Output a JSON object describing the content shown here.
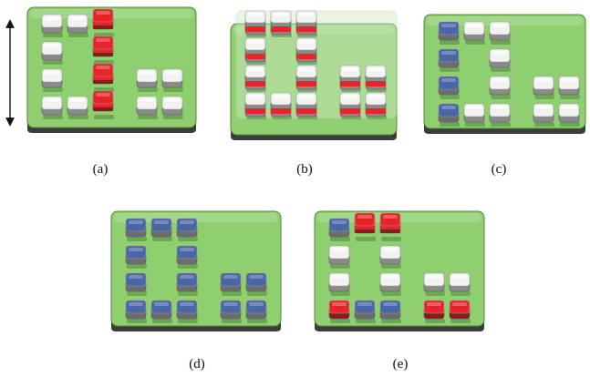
{
  "colors": {
    "board_fill": "#8fcf6f",
    "board_stroke": "#4f8a37",
    "board_edge": "#3c3c3c",
    "key_top": "#f2f2f2",
    "key_body": "#8a8a8a",
    "red": "#e8242b",
    "blue": "#4a66a6"
  },
  "panels": [
    {
      "caption": "(a)",
      "double_arrow": true,
      "ghost_board": false,
      "keys": [
        {
          "col": 0,
          "row": 0,
          "state": "white"
        },
        {
          "col": 1,
          "row": 0,
          "state": "white"
        },
        {
          "col": 2,
          "row": 0,
          "state": "red-raised"
        },
        {
          "col": 0,
          "row": 1,
          "state": "white"
        },
        {
          "col": 2,
          "row": 1,
          "state": "red-raised"
        },
        {
          "col": 0,
          "row": 2,
          "state": "white"
        },
        {
          "col": 2,
          "row": 2,
          "state": "red-raised"
        },
        {
          "col": 0,
          "row": 3,
          "state": "white"
        },
        {
          "col": 1,
          "row": 3,
          "state": "white"
        },
        {
          "col": 2,
          "row": 3,
          "state": "red-raised"
        },
        {
          "col": 4,
          "row": 2,
          "state": "white"
        },
        {
          "col": 5,
          "row": 2,
          "state": "white"
        },
        {
          "col": 4,
          "row": 3,
          "state": "white"
        },
        {
          "col": 5,
          "row": 3,
          "state": "white"
        }
      ]
    },
    {
      "caption": "(b)",
      "double_arrow": false,
      "ghost_board": true,
      "keys": [
        {
          "col": 0,
          "row": 0,
          "state": "red-band"
        },
        {
          "col": 1,
          "row": 0,
          "state": "red-band"
        },
        {
          "col": 2,
          "row": 0,
          "state": "red-band"
        },
        {
          "col": 0,
          "row": 1,
          "state": "red-band"
        },
        {
          "col": 2,
          "row": 1,
          "state": "red-band"
        },
        {
          "col": 0,
          "row": 2,
          "state": "red-band"
        },
        {
          "col": 2,
          "row": 2,
          "state": "red-band"
        },
        {
          "col": 0,
          "row": 3,
          "state": "red-band"
        },
        {
          "col": 1,
          "row": 3,
          "state": "red-band"
        },
        {
          "col": 2,
          "row": 3,
          "state": "red-band"
        },
        {
          "col": 4,
          "row": 2,
          "state": "red-band"
        },
        {
          "col": 5,
          "row": 2,
          "state": "red-band"
        },
        {
          "col": 4,
          "row": 3,
          "state": "red-band"
        },
        {
          "col": 5,
          "row": 3,
          "state": "red-band"
        }
      ]
    },
    {
      "caption": "(c)",
      "double_arrow": false,
      "ghost_board": false,
      "keys": [
        {
          "col": 0,
          "row": 0,
          "state": "blue"
        },
        {
          "col": 1,
          "row": 0,
          "state": "white"
        },
        {
          "col": 2,
          "row": 0,
          "state": "white"
        },
        {
          "col": 0,
          "row": 1,
          "state": "blue"
        },
        {
          "col": 2,
          "row": 1,
          "state": "white"
        },
        {
          "col": 0,
          "row": 2,
          "state": "blue"
        },
        {
          "col": 2,
          "row": 2,
          "state": "white"
        },
        {
          "col": 0,
          "row": 3,
          "state": "blue"
        },
        {
          "col": 1,
          "row": 3,
          "state": "white"
        },
        {
          "col": 2,
          "row": 3,
          "state": "white"
        },
        {
          "col": 4,
          "row": 2,
          "state": "white"
        },
        {
          "col": 5,
          "row": 2,
          "state": "white"
        },
        {
          "col": 4,
          "row": 3,
          "state": "white"
        },
        {
          "col": 5,
          "row": 3,
          "state": "white"
        }
      ]
    },
    {
      "caption": "(d)",
      "double_arrow": false,
      "ghost_board": false,
      "keys": [
        {
          "col": 0,
          "row": 0,
          "state": "blue"
        },
        {
          "col": 1,
          "row": 0,
          "state": "blue"
        },
        {
          "col": 2,
          "row": 0,
          "state": "blue"
        },
        {
          "col": 0,
          "row": 1,
          "state": "blue"
        },
        {
          "col": 2,
          "row": 1,
          "state": "blue"
        },
        {
          "col": 0,
          "row": 2,
          "state": "blue"
        },
        {
          "col": 2,
          "row": 2,
          "state": "blue"
        },
        {
          "col": 0,
          "row": 3,
          "state": "blue"
        },
        {
          "col": 1,
          "row": 3,
          "state": "blue"
        },
        {
          "col": 2,
          "row": 3,
          "state": "blue"
        },
        {
          "col": 4,
          "row": 2,
          "state": "blue"
        },
        {
          "col": 5,
          "row": 2,
          "state": "blue"
        },
        {
          "col": 4,
          "row": 3,
          "state": "blue"
        },
        {
          "col": 5,
          "row": 3,
          "state": "blue"
        }
      ]
    },
    {
      "caption": "(e)",
      "double_arrow": false,
      "ghost_board": false,
      "keys": [
        {
          "col": 0,
          "row": 0,
          "state": "blue"
        },
        {
          "col": 1,
          "row": 0,
          "state": "red-raised"
        },
        {
          "col": 2,
          "row": 0,
          "state": "red-raised"
        },
        {
          "col": 0,
          "row": 1,
          "state": "white"
        },
        {
          "col": 2,
          "row": 1,
          "state": "white"
        },
        {
          "col": 0,
          "row": 2,
          "state": "white"
        },
        {
          "col": 2,
          "row": 2,
          "state": "white"
        },
        {
          "col": 0,
          "row": 3,
          "state": "red"
        },
        {
          "col": 1,
          "row": 3,
          "state": "blue"
        },
        {
          "col": 2,
          "row": 3,
          "state": "blue"
        },
        {
          "col": 4,
          "row": 2,
          "state": "white"
        },
        {
          "col": 5,
          "row": 2,
          "state": "white"
        },
        {
          "col": 4,
          "row": 3,
          "state": "red"
        },
        {
          "col": 5,
          "row": 3,
          "state": "red"
        }
      ]
    }
  ]
}
